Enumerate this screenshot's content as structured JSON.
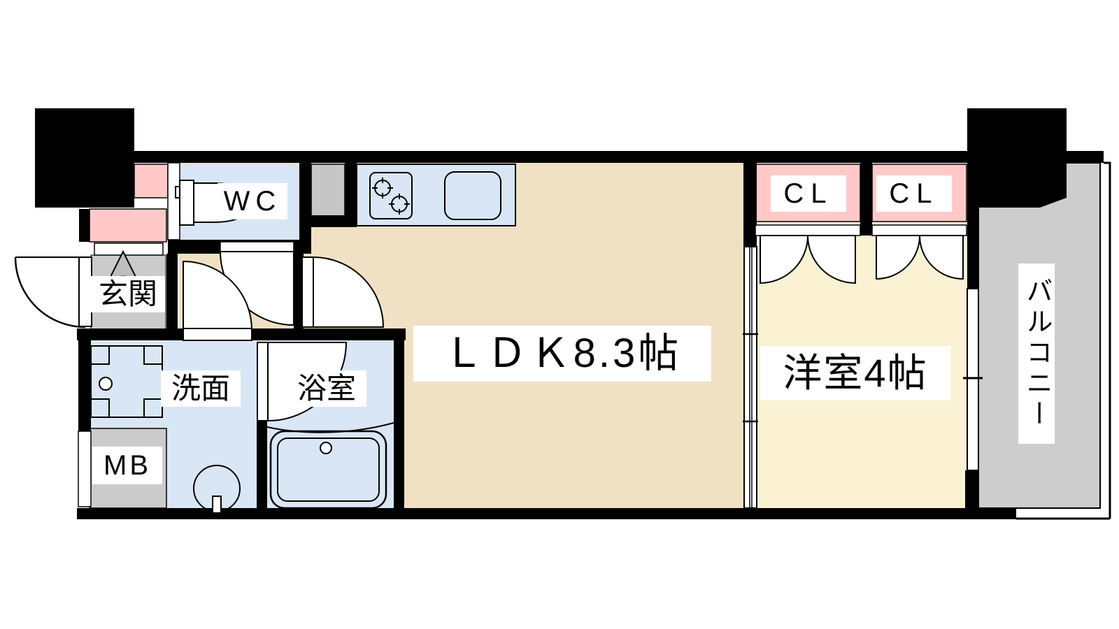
{
  "title": "1LDK apartment floor plan",
  "labels": {
    "ldk": "ＬＤＫ8.3帖",
    "western_room": "洋室4帖",
    "entrance": "玄関",
    "washroom": "洗面",
    "bathroom": "浴室",
    "wc": "WC",
    "meter_box": "MB",
    "closet_left": "CL",
    "closet_right": "CL",
    "balcony": "バルコニー"
  },
  "colors": {
    "wall": "#000000",
    "wet_room_blue": "#d9e6f5",
    "ldk_tan": "#f0e1c4",
    "bedroom_yellow": "#fbf1d3",
    "closet_pink": "#ffc9c9",
    "floor_gray": "#cbcbcb",
    "balcony_gray": "#cdcdcd",
    "duct_gray": "#c6c6c6",
    "arrow_gray": "#bdbdbd",
    "label_bg": "#ffffff",
    "outline": "#000000"
  }
}
